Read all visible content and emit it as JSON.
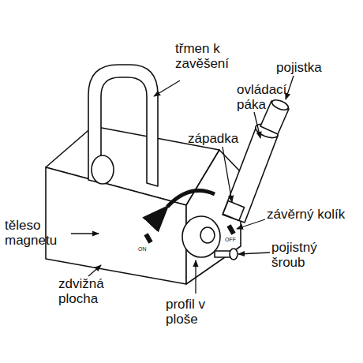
{
  "diagram": {
    "labels": [
      "třmen k zavěšení",
      "pojistka",
      "ovládací páka",
      "západka",
      "závěrný kolík",
      "těleso magnetu",
      "pojistný šroub",
      "zdvižná plocha",
      "profil v ploše",
      "ON",
      "OFF"
    ]
  }
}
